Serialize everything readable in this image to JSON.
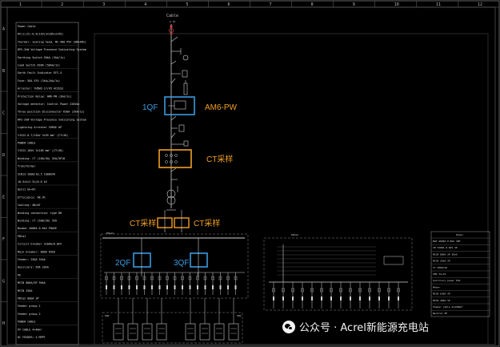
{
  "frame": {
    "columns": [
      "1",
      "2",
      "3",
      "4",
      "5",
      "6",
      "7",
      "8",
      "9",
      "10",
      "11",
      "12"
    ],
    "rows": [
      "A",
      "B",
      "C",
      "D",
      "E",
      "F",
      "G",
      "H"
    ]
  },
  "left_notes": [
    "Power Cable",
    "RV(1)(5)-0.6/1kV(3×185+2×95)",
    "thermal: sealing head, MC-400 PVF (DN=40%)",
    "RPS-2kW Voltage Presence Indicating System",
    "Earthing Switch 50kA (3kA/1s)",
    "Load Switch 630A (50kA/1s)",
    "Earth Fault Indicator EFI-4",
    "Fuse: 50A SFU (3kA+2kA/1s)",
    "Arrester: YH5WZ-17/45 ACCESS",
    "Protection Relay: AM6-PW (3kA/1s)",
    "Voltage detector: Control Power 220Vac",
    "Three-position Disconnector 630A (3kA/1s)",
    "RPS-2kW Voltage Presence Indicating System",
    "Lightning Arrester SURGE AP",
    "YJV22-8.7/15kV 3×95 mm² (CT=30)",
    "POWER CABLE",
    "YJV22-10kV 3×185 mm² (CT=30)",
    "Winding: CT (100/5A) 5VA/5P10",
    "Transformer",
    "SCB13-1000/10.5 1000kVA",
    "10.5±2×2.5%/0.8 kV",
    "Dyn11 Uk=6%",
    "Efficiency: 98.9%",
    "Cooling: AN/AF",
    "Winding connection: type DR",
    "Winding: CT (500/5A) 5VA",
    "Busbar 4000A 0.8kV PHASE",
    "PDCa1",
    "Circuit breaker 3200A/0.8kV",
    "Main breaker: 800A 65kA",
    "Feeder: 250A 35kA",
    "Auxiliary: 63A 20kA",
    "PE",
    "MCCB 800A/3P 36kA",
    "MCCB 250A",
    "PDCa2 800A 3P",
    "Feeder group 1",
    "Feeder group 2",
    "POWER CABLE",
    "PV CABLE 4×4mm²",
    "DC FEEDER: 4 MPPT"
  ],
  "header": {
    "cable": "Cable",
    "cable_in": "A 1V"
  },
  "annotations": {
    "breaker_1": "1QF",
    "relay": "AM6-PW",
    "ct_main": "CT采样",
    "ct_left": "CT采样",
    "ct_right": "CT采样",
    "breaker_2": "2QF",
    "breaker_3": "3QF"
  },
  "panels": {
    "pdc_left": "PDCa2",
    "pdc_right": "PDCa1",
    "inv_left_a": "INV",
    "inv_left_b": "INV"
  },
  "legend": {
    "title": "Panel",
    "rows": [
      "BUS 4000A 0.8kV 3PH",
      "CB 3200A 0.8kV 3P",
      "MCCB 800A 3P 36kA",
      "MCCB 250A 3P",
      "CT 4000/5A",
      "SPD T1+T2",
      "Auxiliary power 63A",
      "Meter",
      "MCCB 630A 3P",
      "MCCB 400A 3P",
      "Feeder cable 4×240mm²",
      "Neutral PE"
    ]
  },
  "watermark": {
    "text": "公众号 · Acrel新能源充电站"
  },
  "colors": {
    "background": "#000000",
    "line": "#cfcfcf",
    "blue_highlight": "#3a9be0",
    "orange_highlight": "#f0a020",
    "red_marker": "#e04040"
  }
}
